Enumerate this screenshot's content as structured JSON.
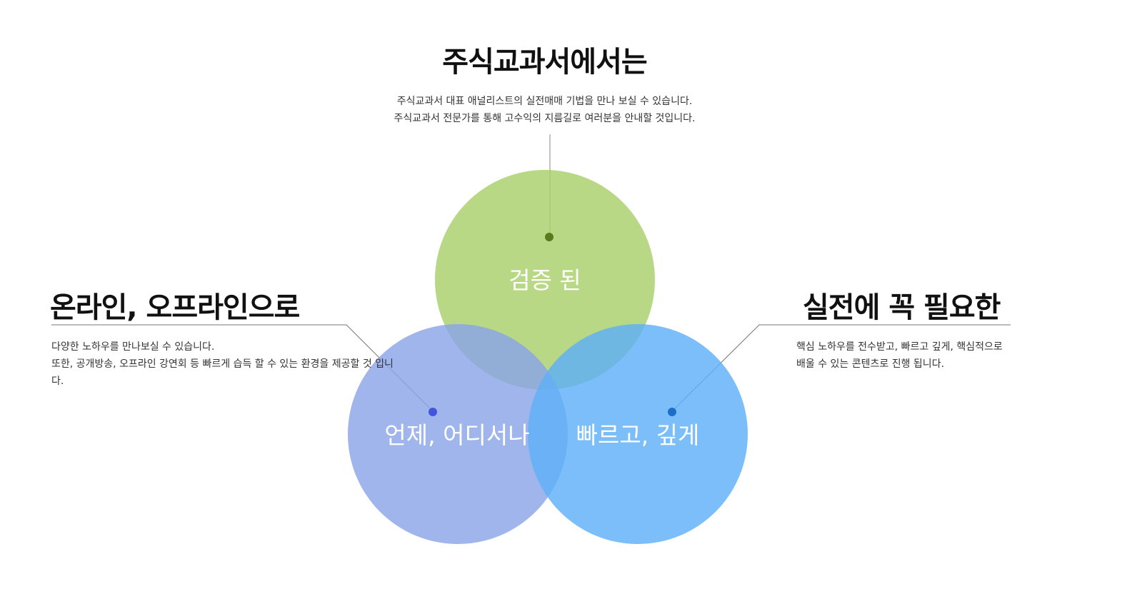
{
  "top": {
    "title": "주식교과서에서는",
    "lines": [
      "주식교과서 대표 애널리스트의 실전매매 기법을 만나 보실 수 있습니다.",
      "주식교과서 전문가를 통해 고수익의 지름길로 여러분을 안내할 것입니다."
    ]
  },
  "left": {
    "title": "온라인, 오프라인으로",
    "lines": [
      "다양한 노하우를 만나보실 수 있습니다.",
      "또한, 공개방송, 오프라인 강연회 등 빠르게 습득 할 수 있는 환경을 제공할 것 입니다."
    ]
  },
  "right": {
    "title": "실전에 꼭 필요한",
    "lines": [
      "핵심 노하우를 전수받고, 빠르고 깊게, 핵심적으로",
      "배울 수 있는 콘텐츠로 진행 됩니다."
    ]
  },
  "circles": {
    "green": {
      "label": "검증 된",
      "color": "#a8d06a",
      "dot": "#5a7a1e"
    },
    "purple": {
      "label": "언제, 어디서나",
      "color": "#8aa5e8",
      "dot": "#4455dd"
    },
    "blue": {
      "label": "빠르고, 깊게",
      "color": "#5fb0f8",
      "dot": "#1a70c8"
    }
  },
  "colors": {
    "connector": "#777777"
  }
}
